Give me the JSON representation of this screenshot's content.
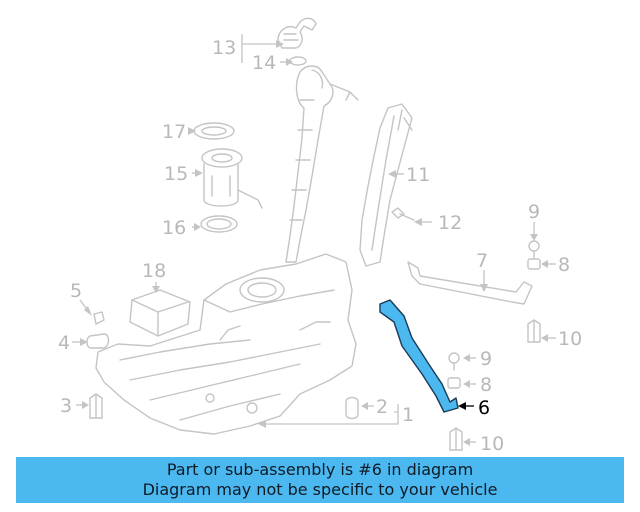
{
  "diagram": {
    "highlight_color": "#4bb8f0",
    "callouts": [
      {
        "id": "c13",
        "text": "13"
      },
      {
        "id": "c14",
        "text": "14"
      },
      {
        "id": "c17",
        "text": "17"
      },
      {
        "id": "c15",
        "text": "15"
      },
      {
        "id": "c16",
        "text": "16"
      },
      {
        "id": "c11",
        "text": "11"
      },
      {
        "id": "c12",
        "text": "12"
      },
      {
        "id": "c18",
        "text": "18"
      },
      {
        "id": "c9a",
        "text": "9"
      },
      {
        "id": "c8a",
        "text": "8"
      },
      {
        "id": "c7",
        "text": "7"
      },
      {
        "id": "c5",
        "text": "5"
      },
      {
        "id": "c4",
        "text": "4"
      },
      {
        "id": "c10a",
        "text": "10"
      },
      {
        "id": "c9b",
        "text": "9"
      },
      {
        "id": "c8b",
        "text": "8"
      },
      {
        "id": "c3",
        "text": "3"
      },
      {
        "id": "c2",
        "text": "2"
      },
      {
        "id": "c1",
        "text": "1"
      },
      {
        "id": "c6",
        "text": "6"
      },
      {
        "id": "c10b",
        "text": "10"
      }
    ]
  },
  "banner": {
    "line1": "Part or sub-assembly is #6 in diagram",
    "line2": "Diagram may not be specific to your vehicle",
    "background": "#4bb8f0"
  }
}
